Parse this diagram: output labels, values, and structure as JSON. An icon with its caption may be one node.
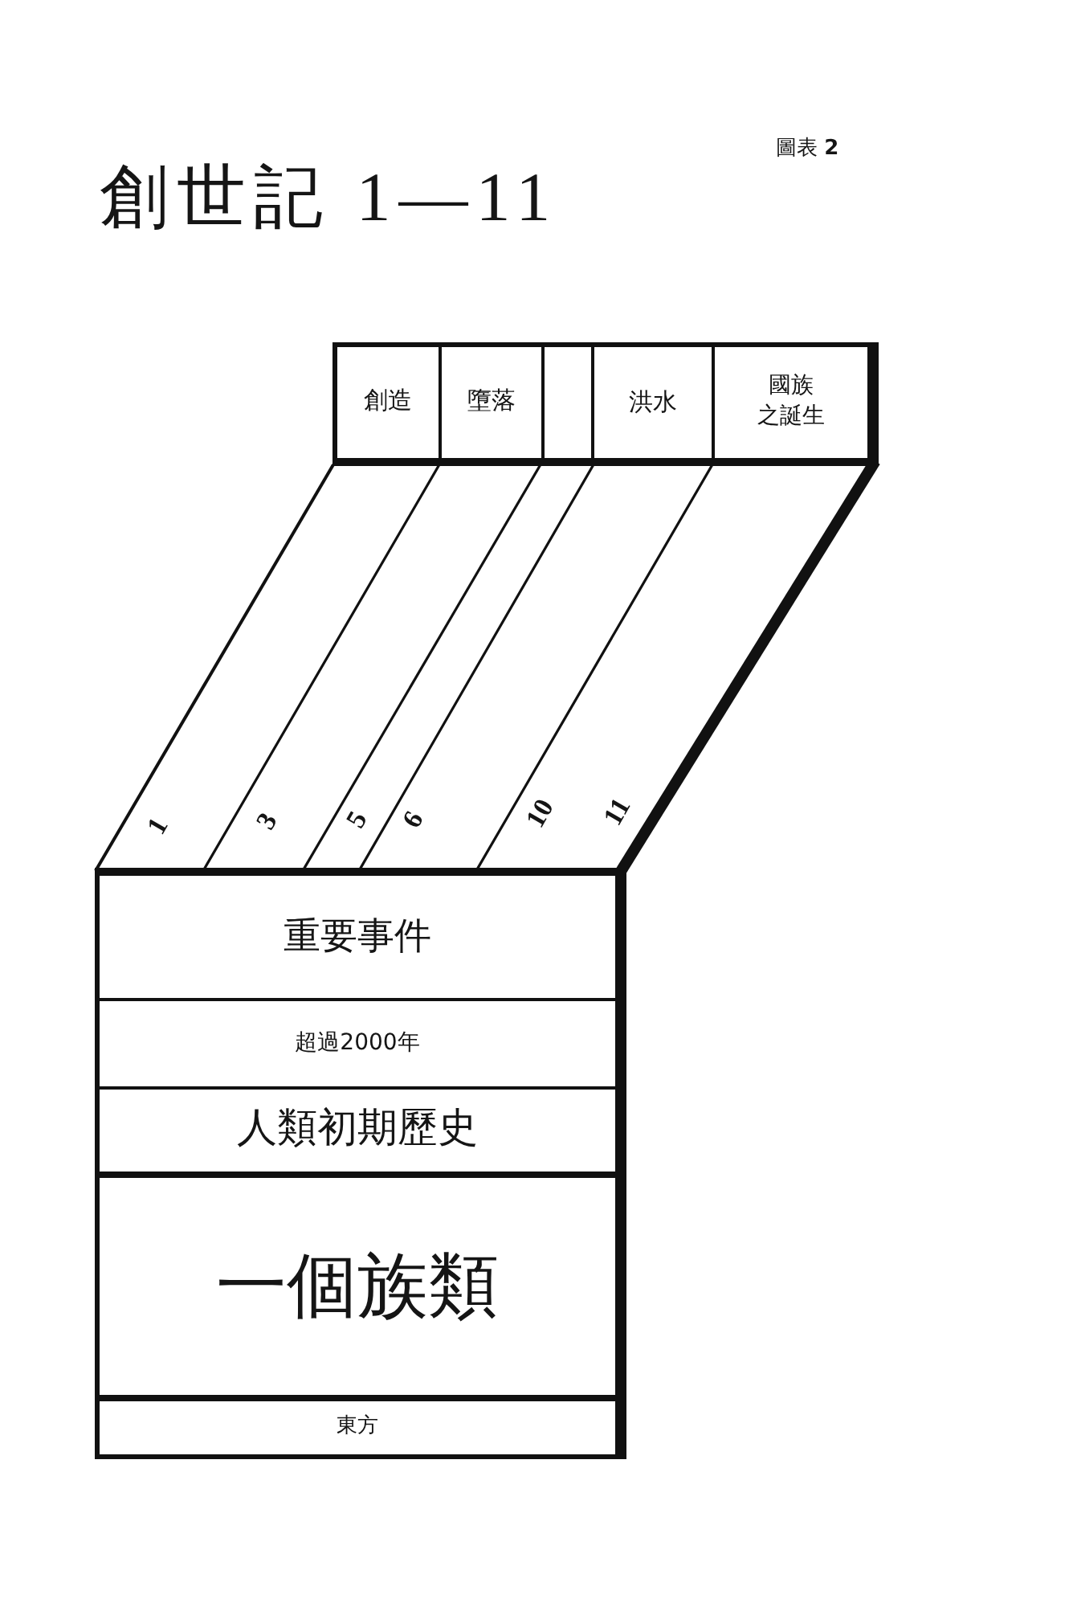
{
  "diagram": {
    "title": "創世記 1—11",
    "nodes": [
      {
        "text": [
          "創造"
        ]
      },
      {
        "text": [
          "墮落"
        ]
      },
      {
        "text": [],
        "shape": "box"
      },
      {
        "text": [
          "洪水"
        ]
      },
      {
        "text": [
          "國族之誕生"
        ]
      },
      {
        "text": [
          "重要事件"
        ]
      },
      {
        "text": [
          "超過2000年"
        ]
      },
      {
        "text": [
          "人類初期歷史"
        ]
      },
      {
        "text": [
          "一個族類"
        ]
      },
      {
        "text": [
          "東方"
        ]
      }
    ],
    "labels": [
      "圖表 **2**",
      "1",
      "3",
      "5",
      "6",
      "10",
      "11"
    ]
  }
}
